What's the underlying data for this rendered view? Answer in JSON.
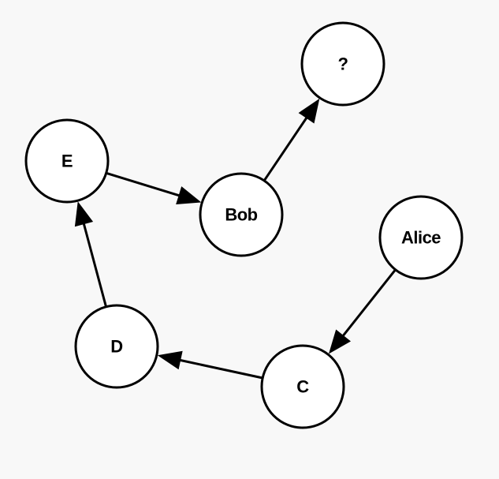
{
  "colors": {
    "background": "#f8f8f8",
    "node_fill": "#ffffff",
    "stroke": "#000000",
    "text": "#000000"
  },
  "nodes": [
    {
      "id": "question",
      "label": "?"
    },
    {
      "id": "e",
      "label": "E"
    },
    {
      "id": "bob",
      "label": "Bob"
    },
    {
      "id": "alice",
      "label": "Alice"
    },
    {
      "id": "d",
      "label": "D"
    },
    {
      "id": "c",
      "label": "C"
    }
  ],
  "edges": [
    {
      "from": "alice",
      "to": "c"
    },
    {
      "from": "c",
      "to": "d"
    },
    {
      "from": "d",
      "to": "e"
    },
    {
      "from": "e",
      "to": "bob"
    },
    {
      "from": "bob",
      "to": "question"
    }
  ]
}
